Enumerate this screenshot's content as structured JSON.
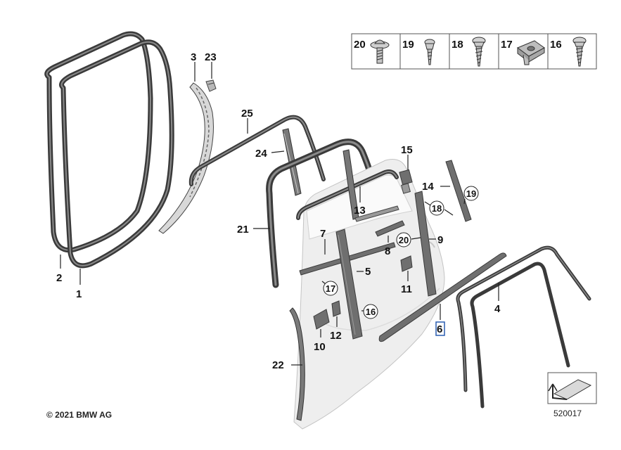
{
  "copyright": "© 2021 BMW AG",
  "diagram_id": "520017",
  "fastener_table": [
    {
      "number": "20",
      "icon": "flange-bolt-icon"
    },
    {
      "number": "19",
      "icon": "pin-screw-icon"
    },
    {
      "number": "18",
      "icon": "tapping-screw-icon"
    },
    {
      "number": "17",
      "icon": "clip-nut-icon"
    },
    {
      "number": "16",
      "icon": "tapping-screw-icon"
    }
  ],
  "callouts": {
    "p1": "1",
    "p2": "2",
    "p3": "3",
    "p4": "4",
    "p5": "5",
    "p6": "6",
    "p7": "7",
    "p8": "8",
    "p9": "9",
    "p10": "10",
    "p11": "11",
    "p12": "12",
    "p13": "13",
    "p14": "14",
    "p15": "15",
    "p21": "21",
    "p22": "22",
    "p23": "23",
    "p24": "24",
    "p25": "25",
    "c16": "16",
    "c17": "17",
    "c18": "18",
    "c19": "19",
    "c20": "20"
  },
  "highlighted_callout": "6",
  "colors": {
    "highlight": "#2a5db0",
    "seal": "#3a3a3a",
    "door": "#ededed"
  }
}
